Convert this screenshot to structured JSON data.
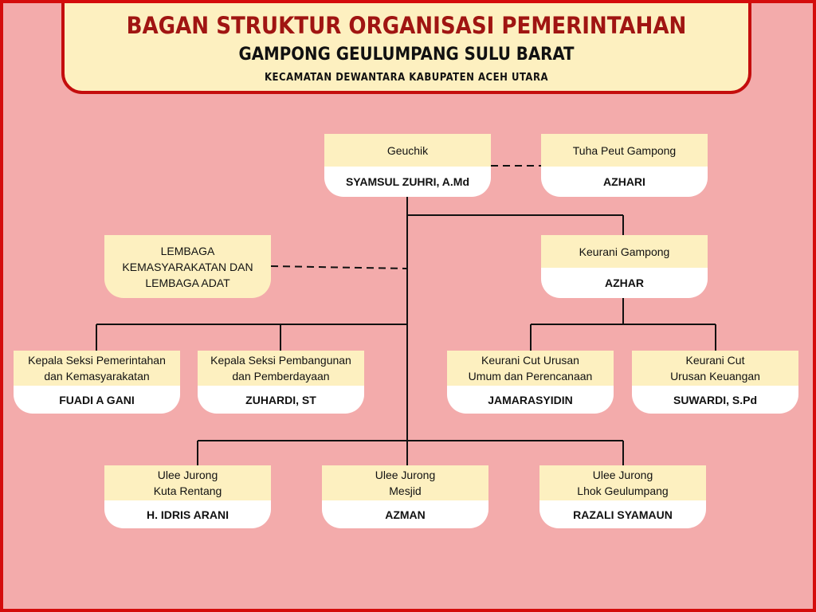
{
  "header": {
    "title": "BAGAN STRUKTUR ORGANISASI PEMERINTAHAN",
    "subtitle": "GAMPONG GEULUMPANG SULU BARAT",
    "location": "KECAMATAN DEWANTARA KABUPATEN ACEH UTARA"
  },
  "nodes": {
    "geuchik": {
      "position": "Geuchik",
      "name": "SYAMSUL ZUHRI, A.Md"
    },
    "tuha_peut": {
      "position": "Tuha Peut Gampong",
      "name": "AZHARI"
    },
    "lembaga": {
      "label": "LEMBAGA\nKEMASYARAKATAN DAN\nLEMBAGA ADAT"
    },
    "keurani": {
      "position": "Keurani Gampong",
      "name": "AZHAR"
    },
    "kasi_pemerintahan": {
      "position": "Kepala Seksi Pemerintahan\ndan Kemasyarakatan",
      "name": "FUADI A GANI"
    },
    "kasi_pembangunan": {
      "position": "Kepala Seksi Pembangunan\ndan Pemberdayaan",
      "name": "ZUHARDI, ST"
    },
    "kaur_umum": {
      "position": "Keurani Cut Urusan\nUmum dan Perencanaan",
      "name": "JAMARASYIDIN"
    },
    "kaur_keuangan": {
      "position": "Keurani Cut\nUrusan Keuangan",
      "name": "SUWARDI, S.Pd"
    },
    "jurong_kuta": {
      "position": "Ulee Jurong\nKuta Rentang",
      "name": "H. IDRIS ARANI"
    },
    "jurong_mesjid": {
      "position": "Ulee Jurong\nMesjid",
      "name": "AZMAN"
    },
    "jurong_lhok": {
      "position": "Ulee Jurong\nLhok Geulumpang",
      "name": "RAZALI SYAMAUN"
    }
  }
}
